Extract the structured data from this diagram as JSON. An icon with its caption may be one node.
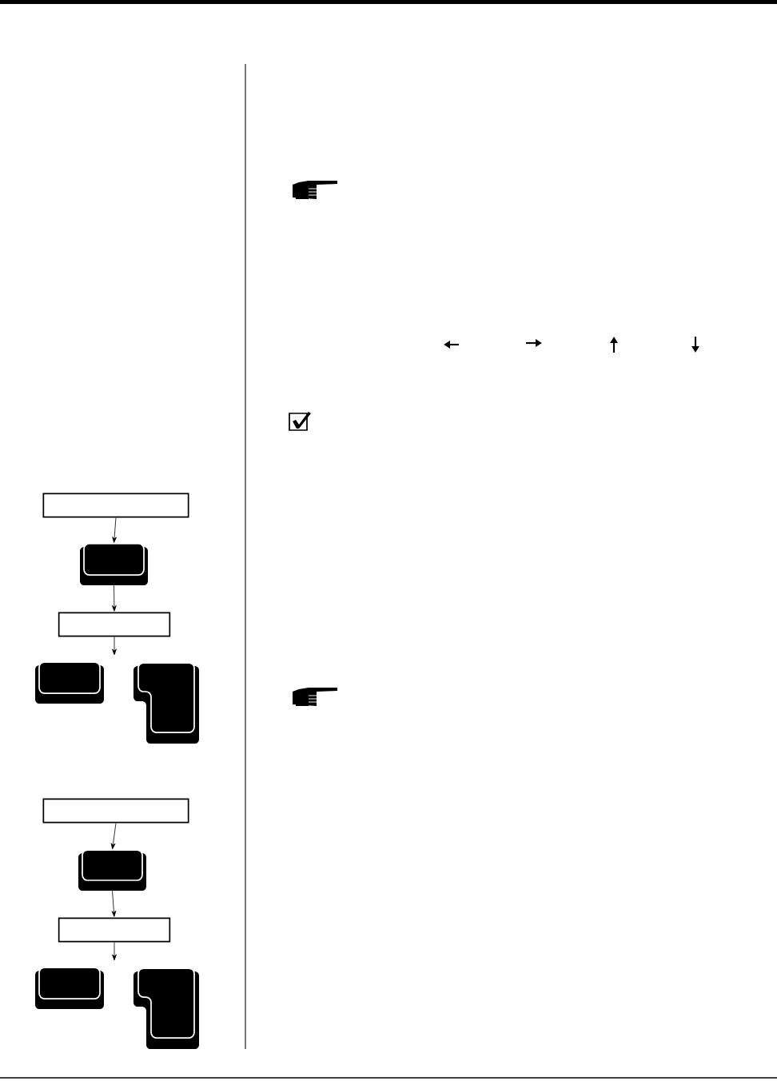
{
  "diagram": {
    "nodes": [
      {
        "text": [],
        "shape": "box"
      },
      {
        "text": [],
        "shape": "key"
      },
      {
        "text": [],
        "shape": "box"
      },
      {
        "text": [],
        "shape": "key"
      },
      {
        "text": [],
        "shape": "key"
      },
      {
        "text": [],
        "shape": "box"
      },
      {
        "text": [],
        "shape": "key"
      },
      {
        "text": [],
        "shape": "box"
      },
      {
        "text": [],
        "shape": "key"
      },
      {
        "text": [],
        "shape": "key"
      }
    ],
    "edges": [
      {
        "from": 0,
        "to": 1,
        "arrow": "to"
      },
      {
        "from": 1,
        "to": 2,
        "arrow": "to"
      },
      {
        "from": 2,
        "to": null,
        "arrow": "to"
      },
      {
        "from": 5,
        "to": 6,
        "arrow": "to"
      },
      {
        "from": 6,
        "to": 7,
        "arrow": "to"
      },
      {
        "from": 7,
        "to": null,
        "arrow": "to"
      }
    ]
  }
}
